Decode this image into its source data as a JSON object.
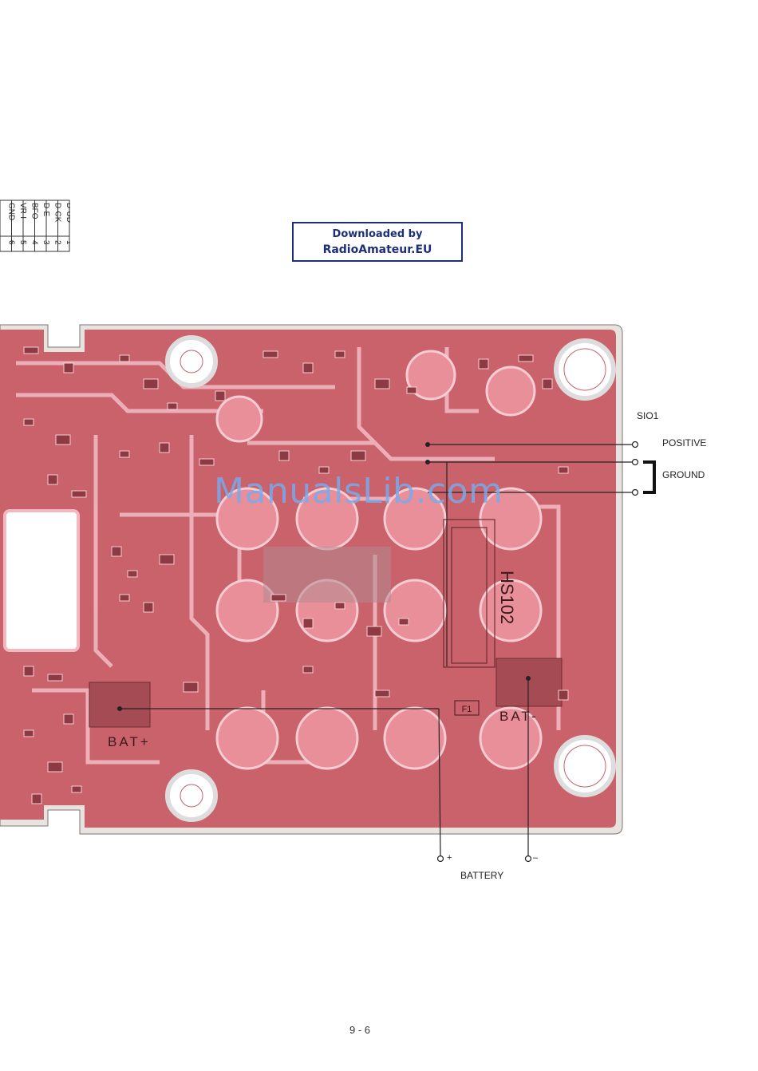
{
  "pin_table": {
    "rows": [
      {
        "num": "1",
        "signal": "D-UD"
      },
      {
        "num": "2",
        "signal": "D-CK"
      },
      {
        "num": "3",
        "signal": "D-E"
      },
      {
        "num": "4",
        "signal": "BFO"
      },
      {
        "num": "5",
        "signal": "VR-I"
      },
      {
        "num": "6",
        "signal": "GND"
      }
    ]
  },
  "stamp": {
    "line1": "Downloaded by",
    "line2": "RadioAmateur.EU"
  },
  "board": {
    "colors": {
      "substrate": "#c9626b",
      "trace": "#f2b8c0",
      "edge": "#e9e3e0",
      "dark": "#8e3a42"
    },
    "silkscreen": {
      "heatsink": "HS102",
      "bat_left": "BAT+",
      "bat_right": "BAT-",
      "fuse": "F1"
    }
  },
  "connections": {
    "connector": "SIO1",
    "positive": "POSITIVE",
    "ground": "GROUND",
    "battery": "BATTERY",
    "battery_plus": "+",
    "battery_minus": "–"
  },
  "watermark": "ManualsLib.com",
  "page_number": "9 - 6"
}
